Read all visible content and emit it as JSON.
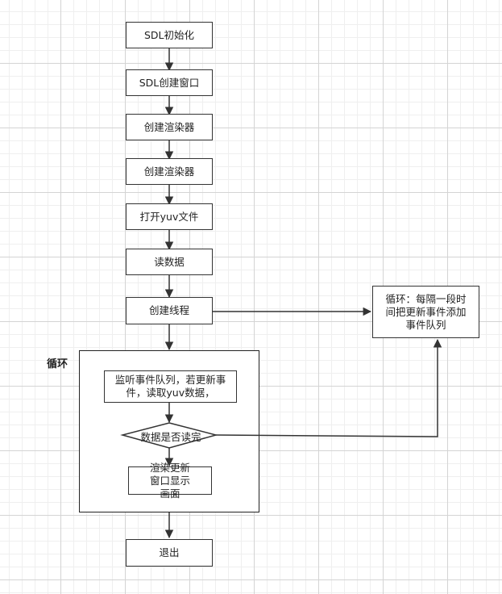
{
  "loop": {
    "title": "循环"
  },
  "nodes": {
    "sdl_init": "SDL初始化",
    "sdl_window": "SDL创建窗口",
    "create_renderer_1": "创建渲染器",
    "create_renderer_2": "创建渲染器",
    "open_yuv": "打开yuv文件",
    "read_data": "读数据",
    "create_thread": "创建线程",
    "thread_loop": "循环：每隔一段时间把更新事件添加事件队列",
    "listen_queue": "监听事件队列，若更新事件，读取yuv数据，",
    "decision": "数据是否读完",
    "render_update": "渲染更新窗口显示画面",
    "exit": "退出"
  },
  "colors": {
    "line": "#333333",
    "border": "#333333",
    "grid": "#d4d4d4"
  }
}
